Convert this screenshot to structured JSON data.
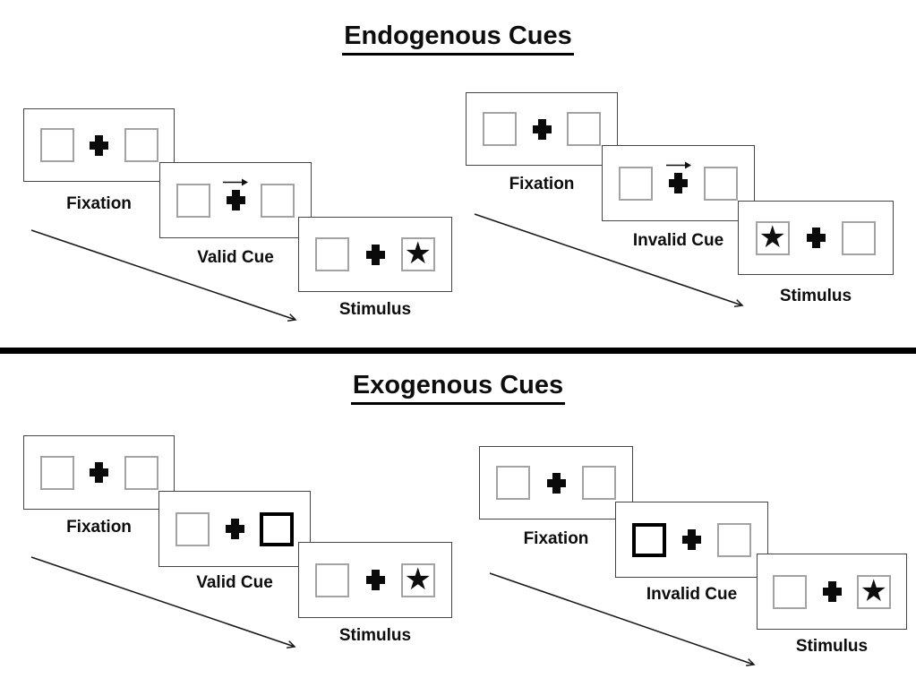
{
  "sections": {
    "endogenous": {
      "title": "Endogenous Cues",
      "valid": {
        "fixation": "Fixation",
        "cue": "Valid Cue",
        "stimulus": "Stimulus"
      },
      "invalid": {
        "fixation": "Fixation",
        "cue": "Invalid Cue",
        "stimulus": "Stimulus"
      }
    },
    "exogenous": {
      "title": "Exogenous Cues",
      "valid": {
        "fixation": "Fixation",
        "cue": "Valid Cue",
        "stimulus": "Stimulus"
      },
      "invalid": {
        "fixation": "Fixation",
        "cue": "Invalid Cue",
        "stimulus": "Stimulus"
      }
    }
  },
  "symbols": {
    "star": "★"
  },
  "colors": {
    "ink": "#0d0d0d",
    "panel_border": "#454545",
    "square_border": "#a3a3a3"
  }
}
